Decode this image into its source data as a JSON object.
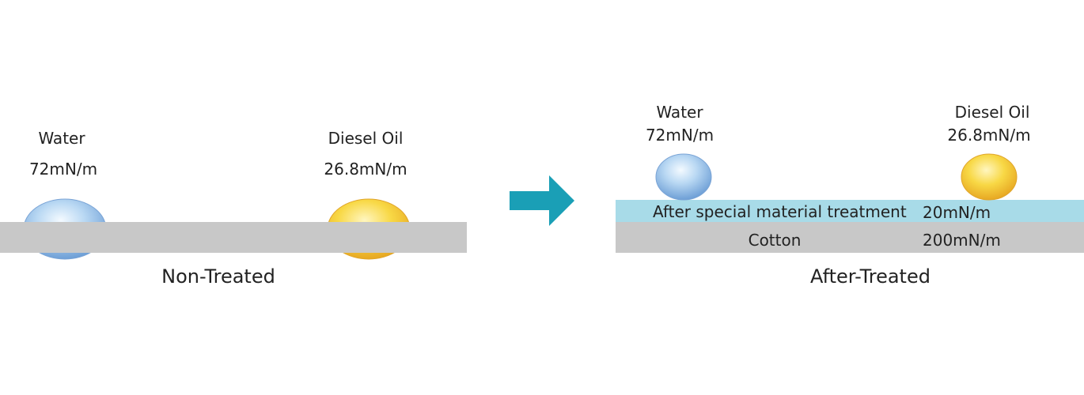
{
  "left_panel": {
    "water_label": "Water",
    "water_tension": "72mN/m",
    "oil_label": "Diesel Oil",
    "oil_tension": "26.8mN/m",
    "caption": "Non-Treated"
  },
  "right_panel": {
    "water_label": "Water",
    "water_tension": "72mN/m",
    "oil_label": "Diesel Oil",
    "oil_tension": "26.8mN/m",
    "treatment_label": "After special material treatment",
    "treatment_tension": "20mN/m",
    "cotton_label": "Cotton",
    "cotton_tension": "200mN/m",
    "caption": "After-Treated"
  },
  "colors": {
    "fabric": "#c8c8c8",
    "treatment_layer": "#a8dbe8",
    "arrow": "#1a9fb6",
    "water_drop": "#9fc4ea",
    "oil_drop": "#f6cf3a"
  }
}
